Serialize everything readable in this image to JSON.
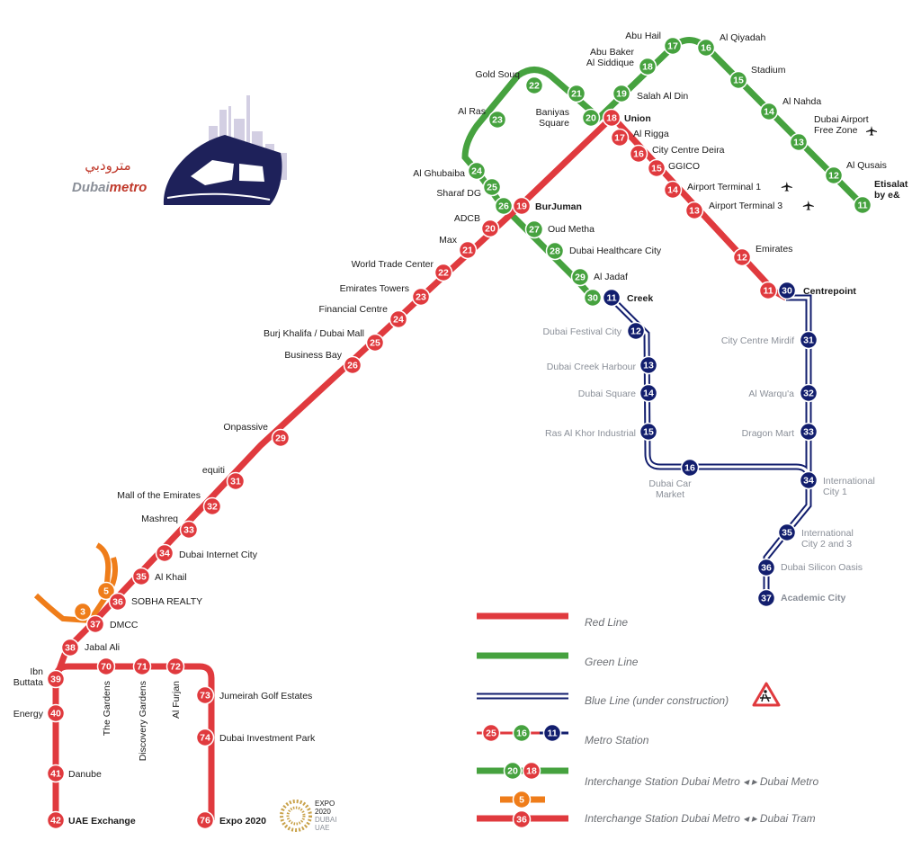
{
  "colors": {
    "red_line": "#e03a3e",
    "green_line": "#46a23f",
    "blue_line": "#121e6e",
    "tram": "#ef7d1a",
    "label_text": "#1a1a1a",
    "label_grey": "#8a8f98",
    "legend_text": "#6b6e73"
  },
  "logo": {
    "arabic_text": "مترودبي",
    "brand_part1": "Dubai",
    "brand_part2": "metro"
  },
  "legend": {
    "red_line": "Red Line",
    "green_line": "Green Line",
    "blue_line": "Blue Line (under construction)",
    "metro_station": "Metro Station",
    "metro_station_samples": [
      "25",
      "16",
      "11"
    ],
    "interchange_metro": "Interchange Station Dubai Metro ◂ ▸ Dubai Metro",
    "interchange_metro_samples": [
      "20",
      "18"
    ],
    "interchange_tram": "Interchange Station Dubai Metro ◂ ▸ Dubai Tram",
    "interchange_tram_samples": [
      "5",
      "36"
    ],
    "construction_icon": "roadworks-warning-icon"
  },
  "expo_logo": {
    "lines": [
      "EXPO",
      "2020",
      "DUBAI",
      "UAE"
    ]
  },
  "airport_icon": "airplane-icon",
  "stations": {
    "red": [
      {
        "num": "18",
        "label": "Union"
      },
      {
        "num": "17",
        "label": "Al Rigga"
      },
      {
        "num": "16",
        "label": "City Centre Deira"
      },
      {
        "num": "15",
        "label": "GGICO"
      },
      {
        "num": "14",
        "label": "Airport Terminal 1"
      },
      {
        "num": "13",
        "label": "Airport Terminal 3"
      },
      {
        "num": "12",
        "label": "Emirates"
      },
      {
        "num": "11",
        "label": "Centrepoint"
      },
      {
        "num": "19",
        "label": "BurJuman"
      },
      {
        "num": "20",
        "label": "ADCB"
      },
      {
        "num": "21",
        "label": "Max"
      },
      {
        "num": "22",
        "label": "World Trade Center"
      },
      {
        "num": "23",
        "label": "Emirates Towers"
      },
      {
        "num": "24",
        "label": "Financial Centre"
      },
      {
        "num": "25",
        "label": "Burj Khalifa / Dubai Mall"
      },
      {
        "num": "26",
        "label": "Business Bay"
      },
      {
        "num": "29",
        "label": "Onpassive"
      },
      {
        "num": "31",
        "label": "equiti"
      },
      {
        "num": "32",
        "label": "Mall of the Emirates"
      },
      {
        "num": "33",
        "label": "Mashreq"
      },
      {
        "num": "34",
        "label": "Dubai Internet City"
      },
      {
        "num": "35",
        "label": "Al Khail"
      },
      {
        "num": "36",
        "label": "SOBHA REALTY"
      },
      {
        "num": "37",
        "label": "DMCC"
      },
      {
        "num": "38",
        "label": "Jabal Ali"
      },
      {
        "num": "39",
        "label": "Ibn Buttata"
      },
      {
        "num": "40",
        "label": "Energy"
      },
      {
        "num": "41",
        "label": "Danube"
      },
      {
        "num": "42",
        "label": "UAE Exchange"
      },
      {
        "num": "70",
        "label": "The Gardens"
      },
      {
        "num": "71",
        "label": "Discovery Gardens"
      },
      {
        "num": "72",
        "label": "Al Furjan"
      },
      {
        "num": "73",
        "label": "Jumeirah Golf Estates"
      },
      {
        "num": "74",
        "label": "Dubai Investment Park"
      },
      {
        "num": "76",
        "label": "Expo 2020"
      }
    ],
    "green": [
      {
        "num": "11",
        "label": "Etisalat by e&"
      },
      {
        "num": "12",
        "label": "Al Qusais"
      },
      {
        "num": "13",
        "label": "Dubai Airport Free Zone"
      },
      {
        "num": "14",
        "label": "Al Nahda"
      },
      {
        "num": "15",
        "label": "Stadium"
      },
      {
        "num": "16",
        "label": "Al Qiyadah"
      },
      {
        "num": "17",
        "label": "Abu Hail"
      },
      {
        "num": "18",
        "label": "Abu Baker Al Siddique"
      },
      {
        "num": "19",
        "label": "Salah Al Din"
      },
      {
        "num": "20",
        "label": "Union"
      },
      {
        "num": "21",
        "label": "Baniyas Square"
      },
      {
        "num": "22",
        "label": "Gold Souq"
      },
      {
        "num": "23",
        "label": "Al Ras"
      },
      {
        "num": "24",
        "label": "Al Ghubaiba"
      },
      {
        "num": "25",
        "label": "Sharaf DG"
      },
      {
        "num": "26",
        "label": "BurJuman"
      },
      {
        "num": "27",
        "label": "Oud Metha"
      },
      {
        "num": "28",
        "label": "Dubai Healthcare City"
      },
      {
        "num": "29",
        "label": "Al Jadaf"
      },
      {
        "num": "30",
        "label": "Creek"
      }
    ],
    "blue": [
      {
        "num": "11",
        "label": "Creek"
      },
      {
        "num": "12",
        "label": "Dubai Festival City"
      },
      {
        "num": "13",
        "label": "Dubai Creek Harbour"
      },
      {
        "num": "14",
        "label": "Dubai Square"
      },
      {
        "num": "15",
        "label": "Ras Al Khor Industrial"
      },
      {
        "num": "16",
        "label": "Dubai Car Market"
      },
      {
        "num": "34",
        "label": "International City 1"
      },
      {
        "num": "33",
        "label": "Dragon Mart"
      },
      {
        "num": "32",
        "label": "Al Warqu'a"
      },
      {
        "num": "31",
        "label": "City Centre Mirdif"
      },
      {
        "num": "30",
        "label": "Centrepoint"
      },
      {
        "num": "35",
        "label": "International City 2 and 3"
      },
      {
        "num": "36",
        "label": "Dubai Silicon Oasis"
      },
      {
        "num": "37",
        "label": "Academic City"
      }
    ],
    "tram": [
      {
        "num": "5",
        "label": "SOBHA REALTY"
      },
      {
        "num": "3",
        "label": "DMCC"
      }
    ]
  }
}
